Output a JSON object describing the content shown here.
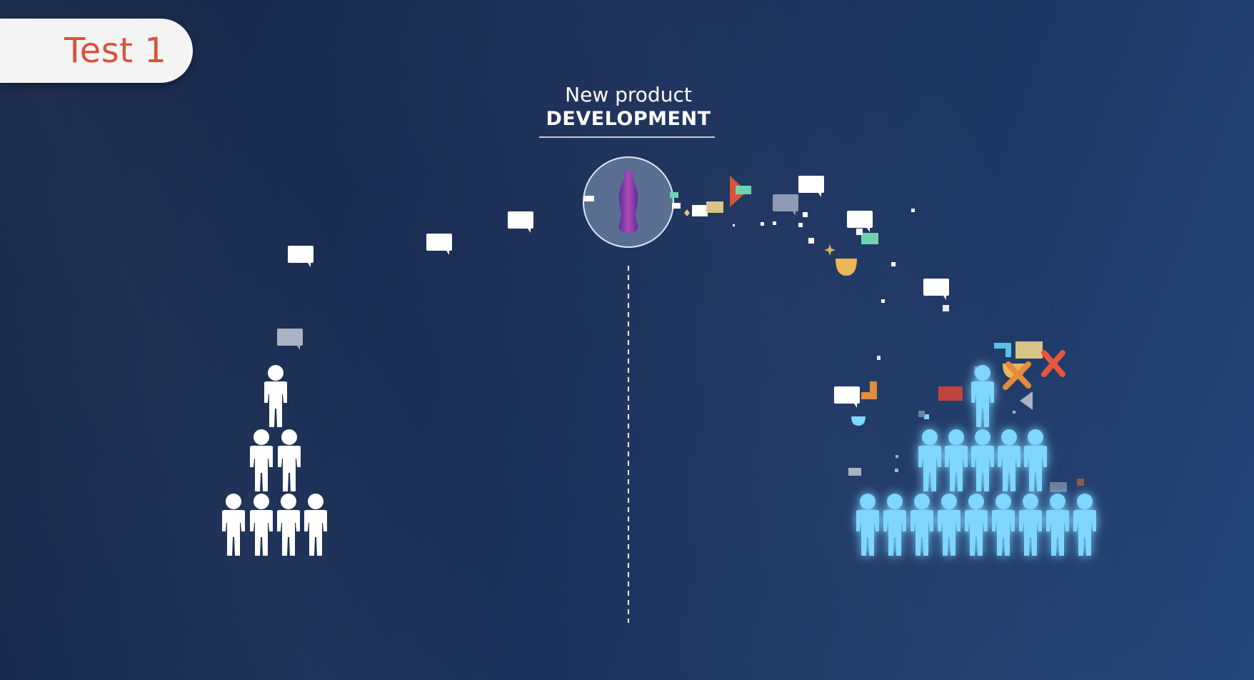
{
  "badge": {
    "label": "Test 1"
  },
  "heading": {
    "line1": "New product",
    "line2": "DEVELOPMENT"
  },
  "colors": {
    "badge_text": "#d9533a",
    "crowd_left": "#ffffff",
    "crowd_right": "#7fd6ff",
    "bottle": "#8a3fb5"
  },
  "icons": [
    "chat-bubble-icon",
    "bottle-icon",
    "person-icon"
  ]
}
